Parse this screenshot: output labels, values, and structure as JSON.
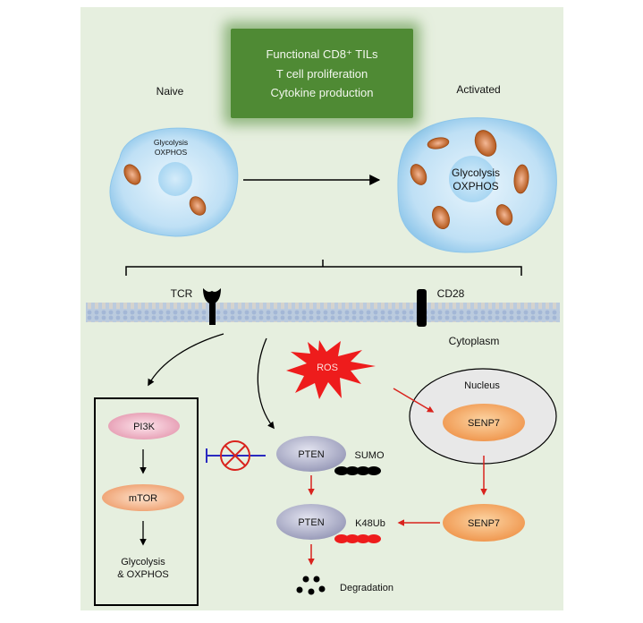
{
  "figure": {
    "outcome_box": {
      "title": "Functional CD8⁺ TILs",
      "lines": [
        "T cell proliferation",
        "Cytokine production"
      ],
      "color": "#4f8a34"
    },
    "naive_cell": {
      "label": "Naive",
      "metabolism": [
        "Glycolysis",
        "OXPHOS"
      ],
      "mitochondria_count": 2
    },
    "activated_cell": {
      "label": "Activated",
      "metabolism": [
        "Glycolysis",
        "OXPHOS"
      ],
      "mitochondria_count": 6
    },
    "membrane": {
      "receptors": [
        "TCR",
        "CD28"
      ],
      "compartment_label": "Cytoplasm"
    },
    "pathway_box": {
      "nodes": [
        "PI3K",
        "mTOR"
      ],
      "output": [
        "Glycolysis",
        "& OXPHOS"
      ]
    },
    "ros": {
      "label": "ROS",
      "color": "#ee1c1c"
    },
    "nucleus": {
      "label": "Nucleus",
      "protein": "SENP7"
    },
    "cytoplasmic_senp7": "SENP7",
    "pten_sumo": {
      "protein": "PTEN",
      "modification": "SUMO",
      "color": "#000000"
    },
    "pten_ub": {
      "protein": "PTEN",
      "modification": "K48Ub",
      "color": "#ee1c1c"
    },
    "degradation": "Degradation",
    "colors": {
      "background": "#e6efdf",
      "cell": "#bfe0f5",
      "mitochondria": "#c96a2a",
      "pi3k": "#efb6c6",
      "mtor": "#f5b88e",
      "senp7": "#f5b070",
      "pten": "#a9abc6",
      "inhibition": "#2a2ac0",
      "arrow_red": "#d9231d"
    }
  }
}
